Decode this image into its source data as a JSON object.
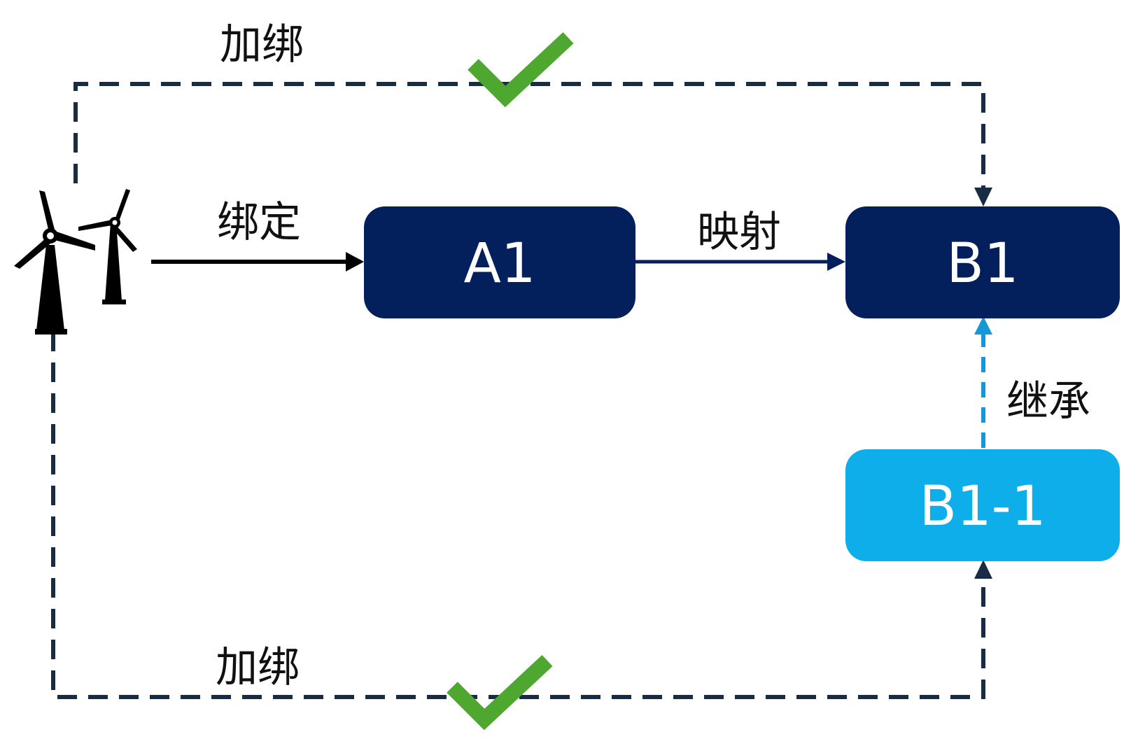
{
  "nodes": {
    "a1": {
      "label": "A1"
    },
    "b1": {
      "label": "B1"
    },
    "b1_1": {
      "label": "B1-1"
    }
  },
  "edges": {
    "bind": {
      "label": "绑定"
    },
    "map": {
      "label": "映射"
    },
    "inherit": {
      "label": "继承"
    },
    "add_bind_top": {
      "label": "加绑"
    },
    "add_bind_bottom": {
      "label": "加绑"
    }
  },
  "icons": {
    "turbines": "wind-turbine-icon",
    "check": "checkmark-icon"
  },
  "colors": {
    "navy": "#03205c",
    "sky": "#0eaeea",
    "dashed": "#182c45",
    "inherit_arrow": "#1698d8",
    "check": "#4ea72e",
    "text": "#111111"
  }
}
